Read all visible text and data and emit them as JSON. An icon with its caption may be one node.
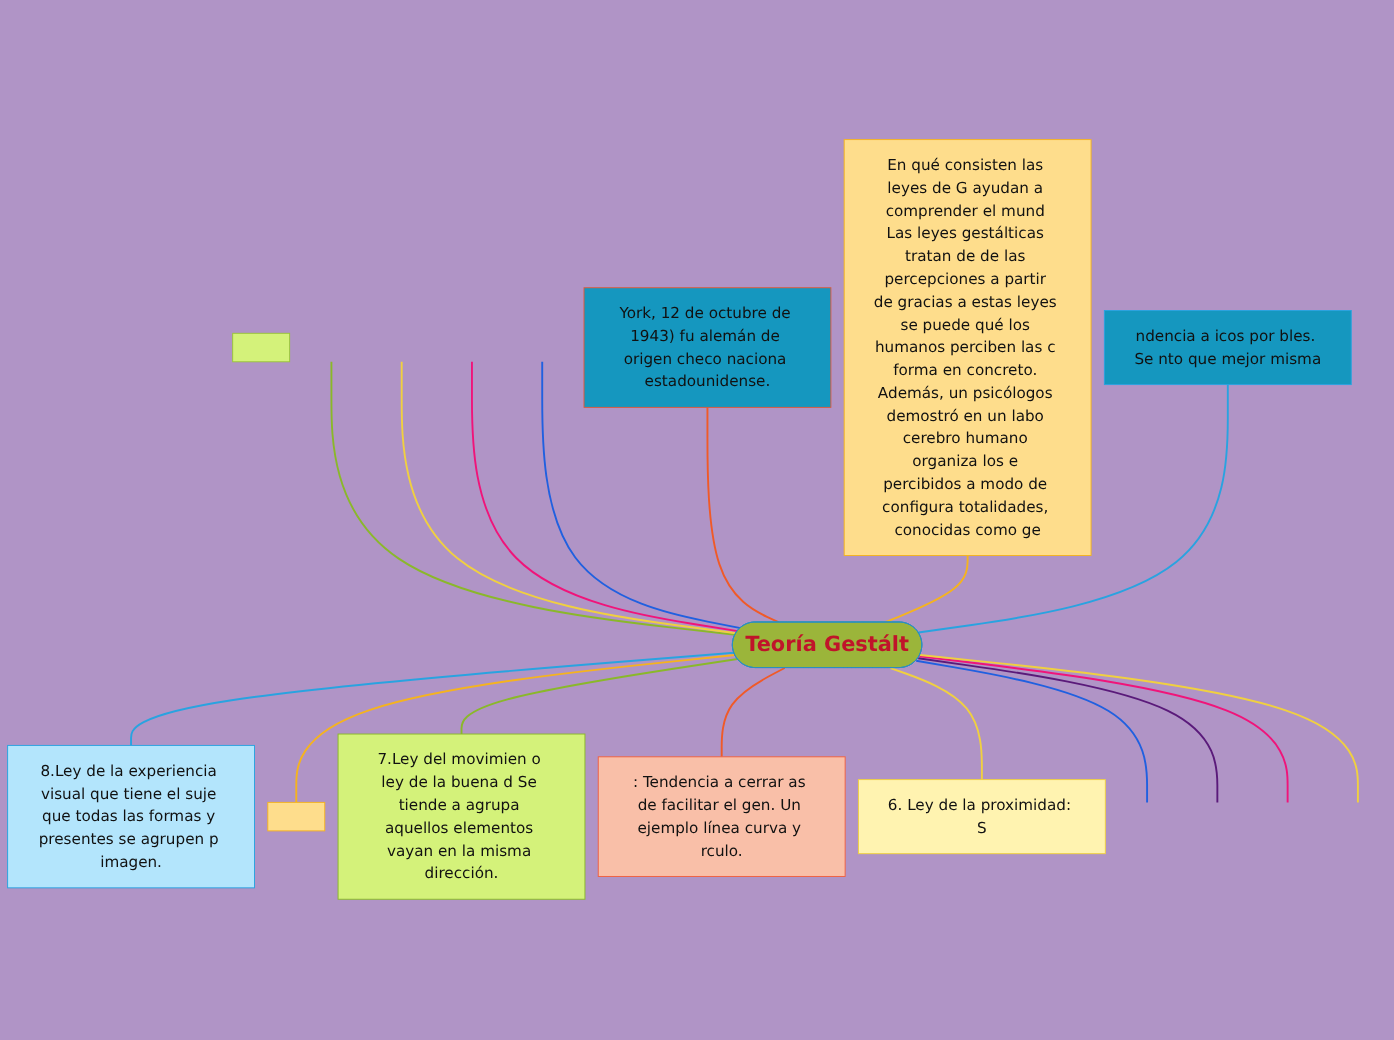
{
  "diagram": {
    "nodes": [
      {
        "text": [
          "Teoría Gestált"
        ]
      },
      {
        "text": [],
        "shape": "box"
      },
      {
        "text": [
          "York, 12 de octubre de 1943) fu alemán de origen checo naciona estadounidense."
        ]
      },
      {
        "text": [
          "En qué consisten las leyes de G ayudan a comprender el mund Las leyes gestálticas tratan de de las percepciones a partir de gracias a estas leyes se puede qué los humanos perciben las c forma en concreto. Además, un psicólogos demostró en un labo cerebro humano organiza los e percibidos a modo de configura totalidades, conocidas como ge"
        ]
      },
      {
        "text": [
          "8.Ley de la experiencia visual que tiene el suje que todas las formas y presentes se agrupen p imagen."
        ]
      },
      {
        "text": [
          "7.Ley del movimien o ley de la buena d Se tiende a agrupa aquellos elementos vayan en la misma dirección."
        ]
      },
      {
        "text": [
          "6. Ley de la proximidad: S"
        ]
      },
      {
        "text": [
          "ndencia a icos por bles. Se nto que mejor misma"
        ]
      },
      {
        "text": [],
        "shape": "box"
      },
      {
        "text": [
          ": Tendencia a cerrar as de facilitar el gen. Un ejemplo línea curva y rculo."
        ]
      }
    ],
    "edges": [
      {
        "from": 0,
        "to": null,
        "arrow": "none",
        "color": "#8ab82a"
      },
      {
        "from": 0,
        "to": null,
        "arrow": "none",
        "color": "#f0d040"
      },
      {
        "from": 0,
        "to": null,
        "arrow": "none",
        "color": "#f0147a"
      },
      {
        "from": 0,
        "to": null,
        "arrow": "none",
        "color": "#2060e0"
      },
      {
        "from": 0,
        "to": 2,
        "arrow": "none",
        "color": "#f05a28"
      },
      {
        "from": 0,
        "to": 3,
        "arrow": "none",
        "color": "#f5b31f"
      },
      {
        "from": 0,
        "to": 7,
        "arrow": "none",
        "color": "#29a3e0"
      },
      {
        "from": 0,
        "to": 4,
        "arrow": "none",
        "color": "#29a3e0"
      },
      {
        "from": 0,
        "to": 8,
        "arrow": "none",
        "color": "#f5b31f"
      },
      {
        "from": 0,
        "to": 5,
        "arrow": "none",
        "color": "#8ab82a"
      },
      {
        "from": 0,
        "to": 9,
        "arrow": "none",
        "color": "#f05a28"
      },
      {
        "from": 0,
        "to": 6,
        "arrow": "none",
        "color": "#f0d040"
      },
      {
        "from": 0,
        "to": null,
        "arrow": "none",
        "color": "#2060e0"
      },
      {
        "from": 0,
        "to": null,
        "arrow": "none",
        "color": "#5a1a7a"
      },
      {
        "from": 0,
        "to": null,
        "arrow": "none",
        "color": "#f0147a"
      },
      {
        "from": 0,
        "to": null,
        "arrow": "none",
        "color": "#f0d040"
      }
    ]
  }
}
